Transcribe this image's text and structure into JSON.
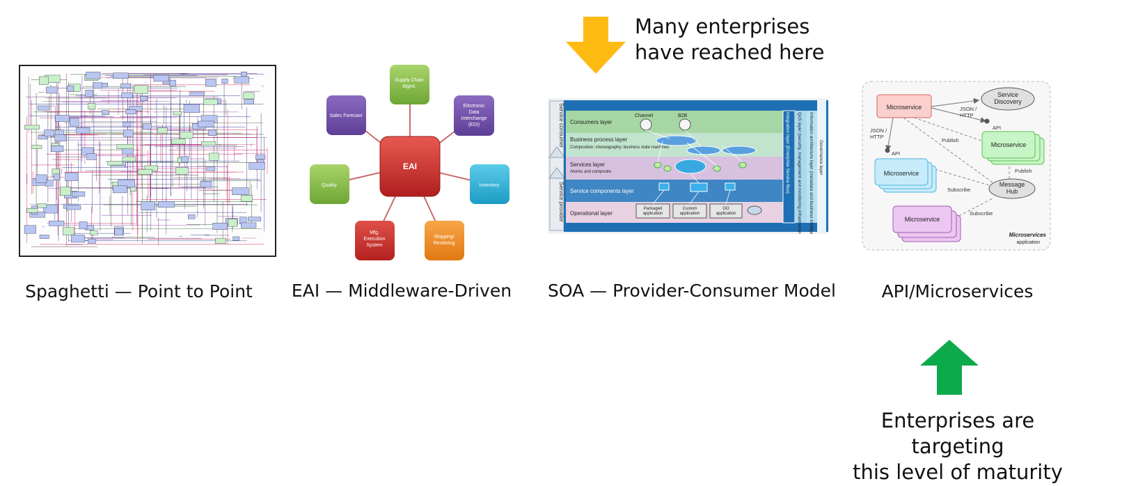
{
  "colors": {
    "arrow_current": "#FDBA12",
    "arrow_target": "#0DAA4C",
    "eai_hub": "#C62828",
    "soa_blue": "#1F6FB4"
  },
  "captions": {
    "spaghetti": "Spaghetti — Point to Point",
    "eai": "EAI — Middleware-Driven",
    "soa": "SOA — Provider-Consumer Model",
    "micro": "API/Microservices"
  },
  "notes": {
    "current": [
      "Many enterprises",
      "have reached here"
    ],
    "target": [
      "Enterprises are targeting",
      "this level of maturity"
    ]
  },
  "eai": {
    "hub": "EAI",
    "nodes": [
      {
        "lines": [
          "Supply Chain",
          "Mgmt."
        ]
      },
      {
        "lines": [
          "Electronic",
          "Data",
          "Interchange",
          "(EDI)"
        ]
      },
      {
        "lines": [
          "Inventory"
        ]
      },
      {
        "lines": [
          "Shipping/",
          "Receiving"
        ]
      },
      {
        "lines": [
          "Mfg.",
          "Execution",
          "System"
        ]
      },
      {
        "lines": [
          "Quality"
        ]
      },
      {
        "lines": [
          "Sales Forecast"
        ]
      }
    ]
  },
  "soa": {
    "left_bars": [
      "Service consumer",
      "Service provider"
    ],
    "layers": [
      {
        "title": "Consumers layer",
        "sub": ""
      },
      {
        "title": "Business process layer",
        "sub": "Composition; choreography; business state machines"
      },
      {
        "title": "Services layer",
        "sub": "Atomic and composite"
      },
      {
        "title": "Service components layer",
        "sub": ""
      },
      {
        "title": "Operational layer",
        "sub": ""
      }
    ],
    "channel": "Channel",
    "b2b": "B2B",
    "apps": [
      "Packaged application",
      "Custom application",
      "OO application"
    ],
    "right_bars": [
      "Integration layer (Enterprise Service Bus)",
      "QoS layer (security, management and monitoring infrastructure services)",
      "Information architecture layer (metadata and business intelligence)",
      "Governance layer"
    ]
  },
  "micro": {
    "microservice": "Microservice",
    "discovery": "Service Discovery",
    "hub": "Message Hub",
    "json_http": "JSON / HTTP",
    "api": "API",
    "publish": "Publish",
    "subscribe": "Subscribe",
    "footer_bold": "Microservices",
    "footer": "application"
  }
}
